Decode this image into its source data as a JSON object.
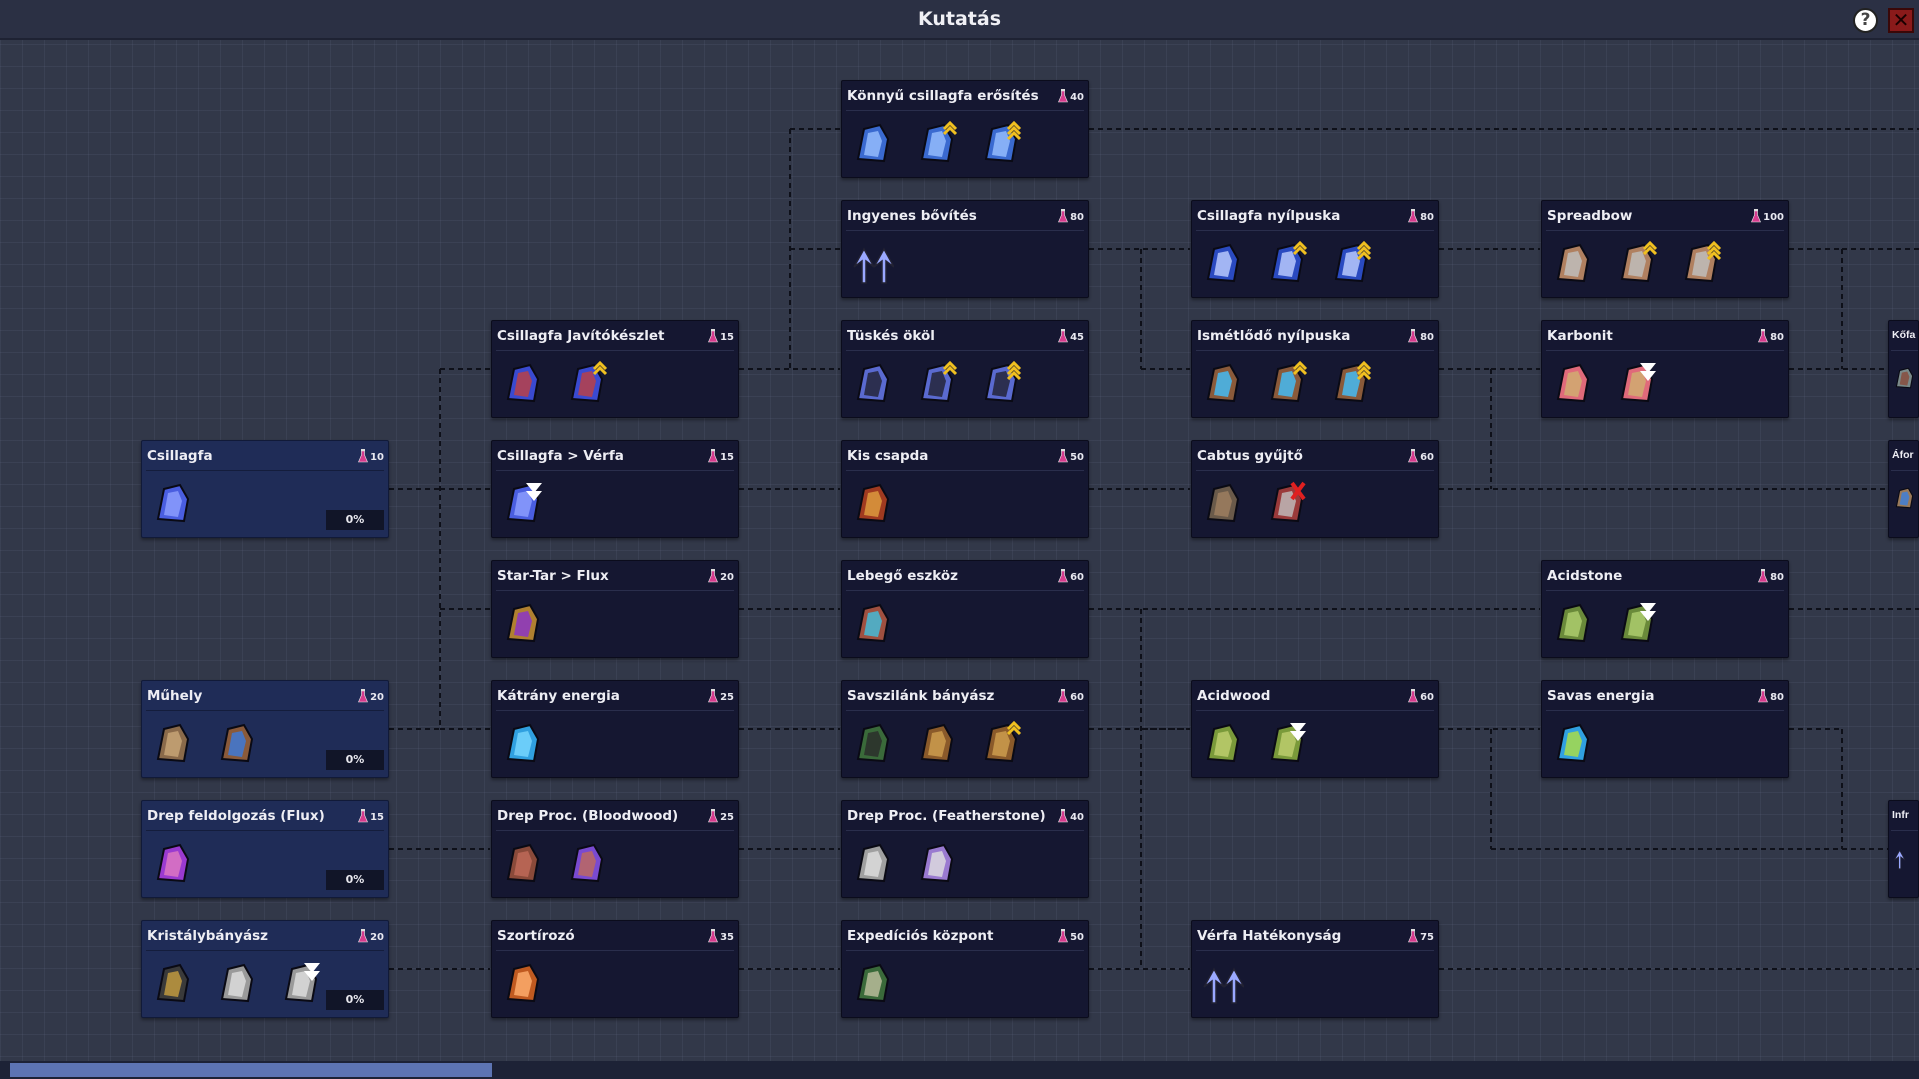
{
  "window": {
    "title": "Kutatás",
    "help_label": "?",
    "close_label": "✕"
  },
  "colors": {
    "owned_card": "#1f2c57",
    "locked_card": "#151731",
    "flask": "#d63c8e",
    "scroll_thumb": "#5d74b3"
  },
  "cards": [
    {
      "title": "Csillagfa",
      "cost": "10",
      "progress": "0%",
      "owned": true,
      "icons": [
        {
          "kind": "wood"
        }
      ]
    },
    {
      "title": "Műhely",
      "cost": "20",
      "progress": "0%",
      "owned": true,
      "icons": [
        {
          "kind": "workshop"
        },
        {
          "kind": "worker"
        }
      ]
    },
    {
      "title": "Drep feldolgozás (Flux)",
      "cost": "15",
      "progress": "0%",
      "owned": true,
      "icons": [
        {
          "kind": "flux-tool"
        }
      ]
    },
    {
      "title": "Kristálybányász",
      "cost": "20",
      "progress": "0%",
      "owned": true,
      "icons": [
        {
          "kind": "miner"
        },
        {
          "kind": "crystal"
        },
        {
          "kind": "crystal",
          "badge": "down"
        }
      ]
    },
    {
      "title": "Csillagfa Javítókészlet",
      "cost": "15",
      "icons": [
        {
          "kind": "repair-kit"
        },
        {
          "kind": "repair-kit",
          "badge": "up1"
        }
      ]
    },
    {
      "title": "Csillagfa > Vérfa",
      "cost": "15",
      "icons": [
        {
          "kind": "wood",
          "badge": "down"
        }
      ]
    },
    {
      "title": "Star-Tar > Flux",
      "cost": "20",
      "icons": [
        {
          "kind": "tar-barrel"
        }
      ]
    },
    {
      "title": "Kátrány energia",
      "cost": "25",
      "icons": [
        {
          "kind": "energy"
        }
      ]
    },
    {
      "title": "Drep Proc. (Bloodwood)",
      "cost": "25",
      "icons": [
        {
          "kind": "bloodwood"
        },
        {
          "kind": "bloodwood-pile"
        }
      ]
    },
    {
      "title": "Szortírozó",
      "cost": "35",
      "icons": [
        {
          "kind": "sorter"
        }
      ]
    },
    {
      "title": "Könnyű csillagfa erősítés",
      "cost": "40",
      "icons": [
        {
          "kind": "armor"
        },
        {
          "kind": "armor",
          "badge": "up1"
        },
        {
          "kind": "armor",
          "badge": "up2"
        }
      ]
    },
    {
      "title": "Ingyenes bővítés",
      "cost": "80",
      "icons": [
        {
          "kind": "upgrade-arrows"
        }
      ]
    },
    {
      "title": "Tüskés ököl",
      "cost": "45",
      "icons": [
        {
          "kind": "spiked-fist"
        },
        {
          "kind": "spiked-fist",
          "badge": "up1"
        },
        {
          "kind": "spiked-fist",
          "badge": "up2"
        }
      ]
    },
    {
      "title": "Kis csapda",
      "cost": "50",
      "icons": [
        {
          "kind": "trap"
        }
      ]
    },
    {
      "title": "Lebegő eszköz",
      "cost": "60",
      "icons": [
        {
          "kind": "hover-device"
        }
      ]
    },
    {
      "title": "Savszilánk bányász",
      "cost": "60",
      "icons": [
        {
          "kind": "acid-miner"
        },
        {
          "kind": "drill"
        },
        {
          "kind": "drill",
          "badge": "up1"
        }
      ]
    },
    {
      "title": "Drep Proc. (Featherstone)",
      "cost": "40",
      "icons": [
        {
          "kind": "featherstone"
        },
        {
          "kind": "featherstone-pile"
        }
      ]
    },
    {
      "title": "Expedíciós központ",
      "cost": "50",
      "icons": [
        {
          "kind": "expedition"
        }
      ]
    },
    {
      "title": "Csillagfa nyílpuska",
      "cost": "80",
      "icons": [
        {
          "kind": "crossbow"
        },
        {
          "kind": "crossbow",
          "badge": "up1"
        },
        {
          "kind": "crossbow",
          "badge": "up2"
        }
      ]
    },
    {
      "title": "Ismétlődő nyílpuska",
      "cost": "80",
      "icons": [
        {
          "kind": "repeater"
        },
        {
          "kind": "repeater",
          "badge": "up1"
        },
        {
          "kind": "repeater",
          "badge": "up2"
        }
      ]
    },
    {
      "title": "Cabtus gyűjtő",
      "cost": "60",
      "icons": [
        {
          "kind": "collector"
        },
        {
          "kind": "bucket",
          "badge": "x"
        }
      ]
    },
    {
      "title": "Acidwood",
      "cost": "60",
      "icons": [
        {
          "kind": "acidwood"
        },
        {
          "kind": "acidwood",
          "badge": "down"
        }
      ]
    },
    {
      "title": "Vérfa Hatékonyság",
      "cost": "75",
      "icons": [
        {
          "kind": "upgrade-arrows"
        }
      ]
    },
    {
      "title": "Spreadbow",
      "cost": "100",
      "icons": [
        {
          "kind": "spreadbow"
        },
        {
          "kind": "spreadbow",
          "badge": "up1"
        },
        {
          "kind": "spreadbow",
          "badge": "up2"
        }
      ]
    },
    {
      "title": "Karbonit",
      "cost": "80",
      "icons": [
        {
          "kind": "carbonite"
        },
        {
          "kind": "carbonite",
          "badge": "down"
        }
      ]
    },
    {
      "title": "Acidstone",
      "cost": "80",
      "icons": [
        {
          "kind": "acidstone"
        },
        {
          "kind": "acidstone",
          "badge": "down"
        }
      ]
    },
    {
      "title": "Savas energia",
      "cost": "80",
      "icons": [
        {
          "kind": "acid-energy"
        }
      ]
    },
    {
      "title": "Kőfa",
      "cost": "",
      "icons": [
        {
          "kind": "stone-wall"
        }
      ]
    },
    {
      "title": "Áfor",
      "cost": "",
      "icons": [
        {
          "kind": "forge"
        }
      ]
    },
    {
      "title": "Infr",
      "cost": "",
      "icons": [
        {
          "kind": "upgrade-arrow"
        }
      ]
    }
  ]
}
